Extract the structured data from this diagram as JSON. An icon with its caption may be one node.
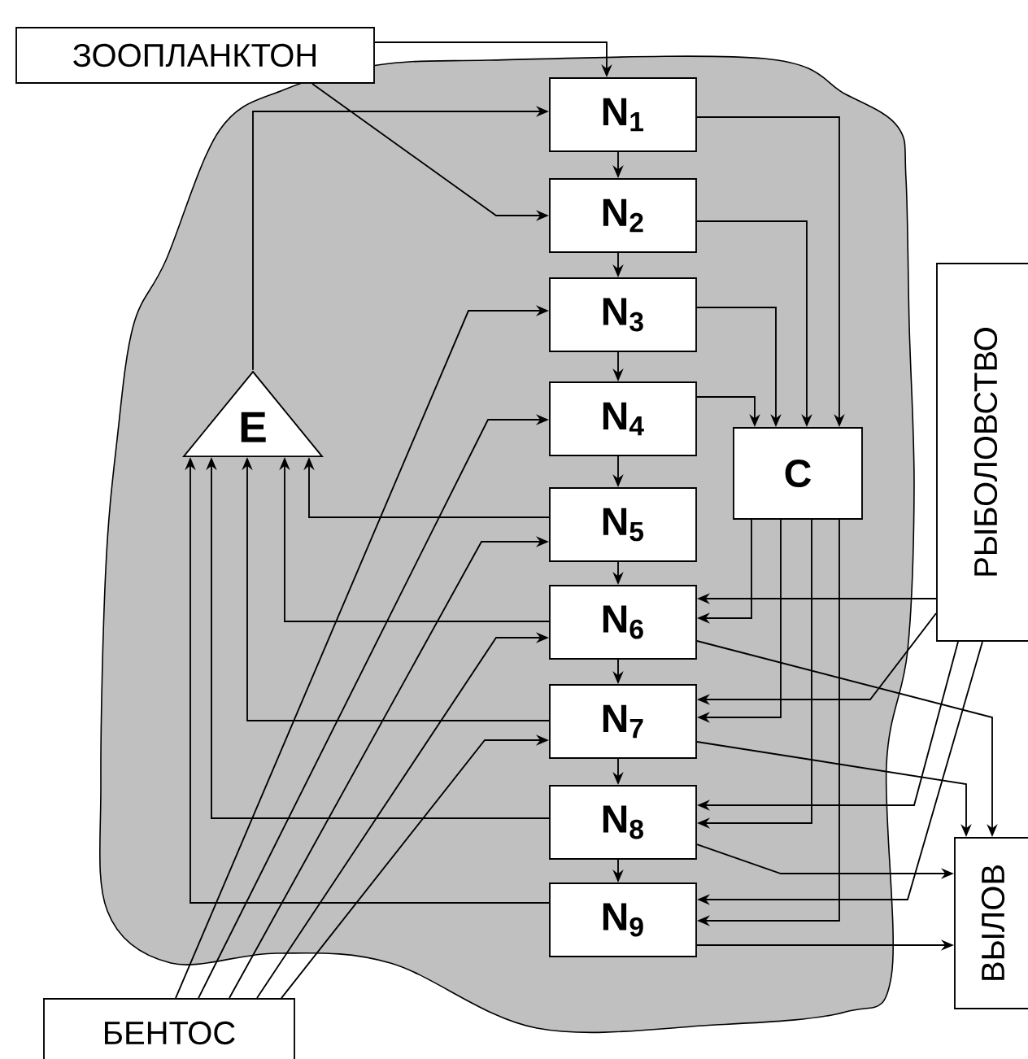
{
  "diagram": {
    "nodes": [
      {
        "text": [
          "ЗООПЛАНКТОН"
        ]
      },
      {
        "text": [
          "N$_{1}$"
        ]
      },
      {
        "text": [
          "N$_{2}$"
        ]
      },
      {
        "text": [
          "N$_{3}$"
        ]
      },
      {
        "text": [
          "N$_{4}$"
        ]
      },
      {
        "text": [
          "N$_{5}$"
        ]
      },
      {
        "text": [
          "N$_{6}$"
        ]
      },
      {
        "text": [
          "N$_{7}$"
        ]
      },
      {
        "text": [
          "N$_{8}$"
        ]
      },
      {
        "text": [
          "N$_{9}$"
        ]
      },
      {
        "text": [
          "E"
        ]
      },
      {
        "text": [
          "C"
        ]
      },
      {
        "text": [
          "РЫБОЛОВСТВО"
        ]
      },
      {
        "text": [
          "ВЫЛОВ"
        ]
      },
      {
        "text": [
          "БЕНТОС"
        ]
      }
    ],
    "edges": [
      {
        "from": 0,
        "to": 1,
        "arrow": "to"
      },
      {
        "from": 0,
        "to": 2,
        "arrow": "to"
      },
      {
        "from": 10,
        "to": 1,
        "arrow": "to"
      },
      {
        "from": 1,
        "to": 2,
        "arrow": "to"
      },
      {
        "from": 2,
        "to": 3,
        "arrow": "to"
      },
      {
        "from": 3,
        "to": 4,
        "arrow": "to"
      },
      {
        "from": 4,
        "to": 5,
        "arrow": "to"
      },
      {
        "from": 5,
        "to": 6,
        "arrow": "to"
      },
      {
        "from": 6,
        "to": 7,
        "arrow": "to"
      },
      {
        "from": 7,
        "to": 8,
        "arrow": "to"
      },
      {
        "from": 8,
        "to": 9,
        "arrow": "to"
      },
      {
        "from": 1,
        "to": 11,
        "arrow": "to"
      },
      {
        "from": 2,
        "to": 11,
        "arrow": "to"
      },
      {
        "from": 3,
        "to": 11,
        "arrow": "to"
      },
      {
        "from": 4,
        "to": 11,
        "arrow": "to"
      },
      {
        "from": 5,
        "to": 10,
        "arrow": "to"
      },
      {
        "from": 6,
        "to": 10,
        "arrow": "to"
      },
      {
        "from": 7,
        "to": 10,
        "arrow": "to"
      },
      {
        "from": 8,
        "to": 10,
        "arrow": "to"
      },
      {
        "from": 9,
        "to": 10,
        "arrow": "to"
      },
      {
        "from": 11,
        "to": 6,
        "arrow": "to"
      },
      {
        "from": 11,
        "to": 7,
        "arrow": "to"
      },
      {
        "from": 11,
        "to": 8,
        "arrow": "to"
      },
      {
        "from": 11,
        "to": 9,
        "arrow": "to"
      },
      {
        "from": 12,
        "to": 6,
        "arrow": "to"
      },
      {
        "from": 12,
        "to": 7,
        "arrow": "to"
      },
      {
        "from": 12,
        "to": 8,
        "arrow": "to"
      },
      {
        "from": 12,
        "to": 9,
        "arrow": "to"
      },
      {
        "from": 6,
        "to": 13,
        "arrow": "to"
      },
      {
        "from": 7,
        "to": 13,
        "arrow": "to"
      },
      {
        "from": 8,
        "to": 13,
        "arrow": "to"
      },
      {
        "from": 9,
        "to": 13,
        "arrow": "to"
      },
      {
        "from": 14,
        "to": 3,
        "arrow": "to"
      },
      {
        "from": 14,
        "to": 4,
        "arrow": "to"
      },
      {
        "from": 14,
        "to": 5,
        "arrow": "to"
      },
      {
        "from": 14,
        "to": 6,
        "arrow": "to"
      },
      {
        "from": 14,
        "to": 7,
        "arrow": "to"
      }
    ]
  }
}
